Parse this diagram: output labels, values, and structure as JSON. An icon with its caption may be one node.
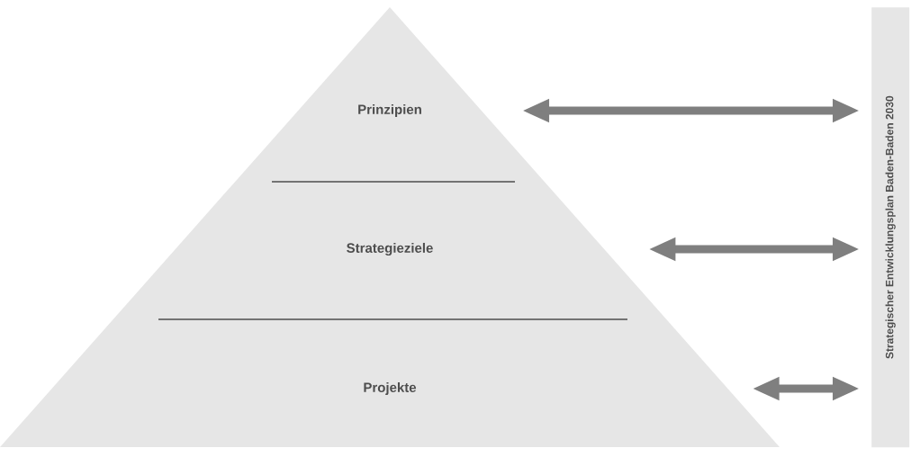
{
  "diagram": {
    "nodes": [
      {
        "text": [
          "Prinzipien"
        ]
      },
      {
        "text": [
          "Strategieziele"
        ]
      },
      {
        "text": [
          "Projekte"
        ]
      },
      {
        "text": [
          "Strategischer Entwicklungsplan Baden-Baden 2030"
        ]
      }
    ],
    "edges": [
      {
        "from": 0,
        "to": 3,
        "arrow": "both"
      },
      {
        "from": 1,
        "to": 3,
        "arrow": "both"
      },
      {
        "from": 2,
        "to": 3,
        "arrow": "both"
      }
    ]
  }
}
